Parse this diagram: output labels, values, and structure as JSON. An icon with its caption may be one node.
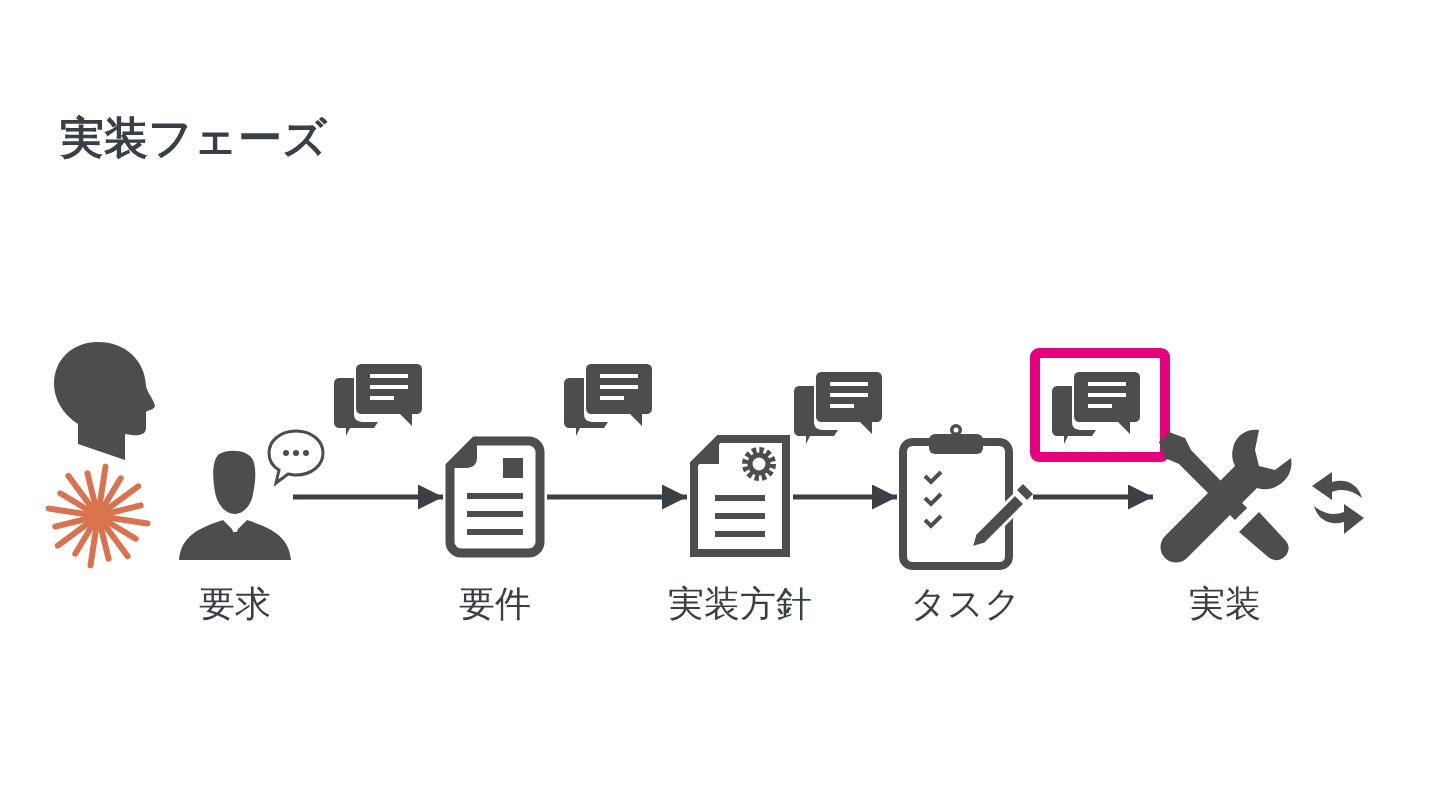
{
  "diagram": {
    "title": "実装フェーズ",
    "nodes": [
      {
        "text": [
          "要求"
        ]
      },
      {
        "text": [
          "要件"
        ]
      },
      {
        "text": [
          "実装方針"
        ]
      },
      {
        "text": [
          "タスク"
        ]
      },
      {
        "text": [
          "実装"
        ]
      }
    ],
    "edges": [
      {
        "from": 0,
        "to": 1,
        "arrow": "to"
      },
      {
        "from": 1,
        "to": 2,
        "arrow": "to"
      },
      {
        "from": 2,
        "to": 3,
        "arrow": "to"
      },
      {
        "from": 3,
        "to": 4,
        "arrow": "to"
      }
    ]
  }
}
